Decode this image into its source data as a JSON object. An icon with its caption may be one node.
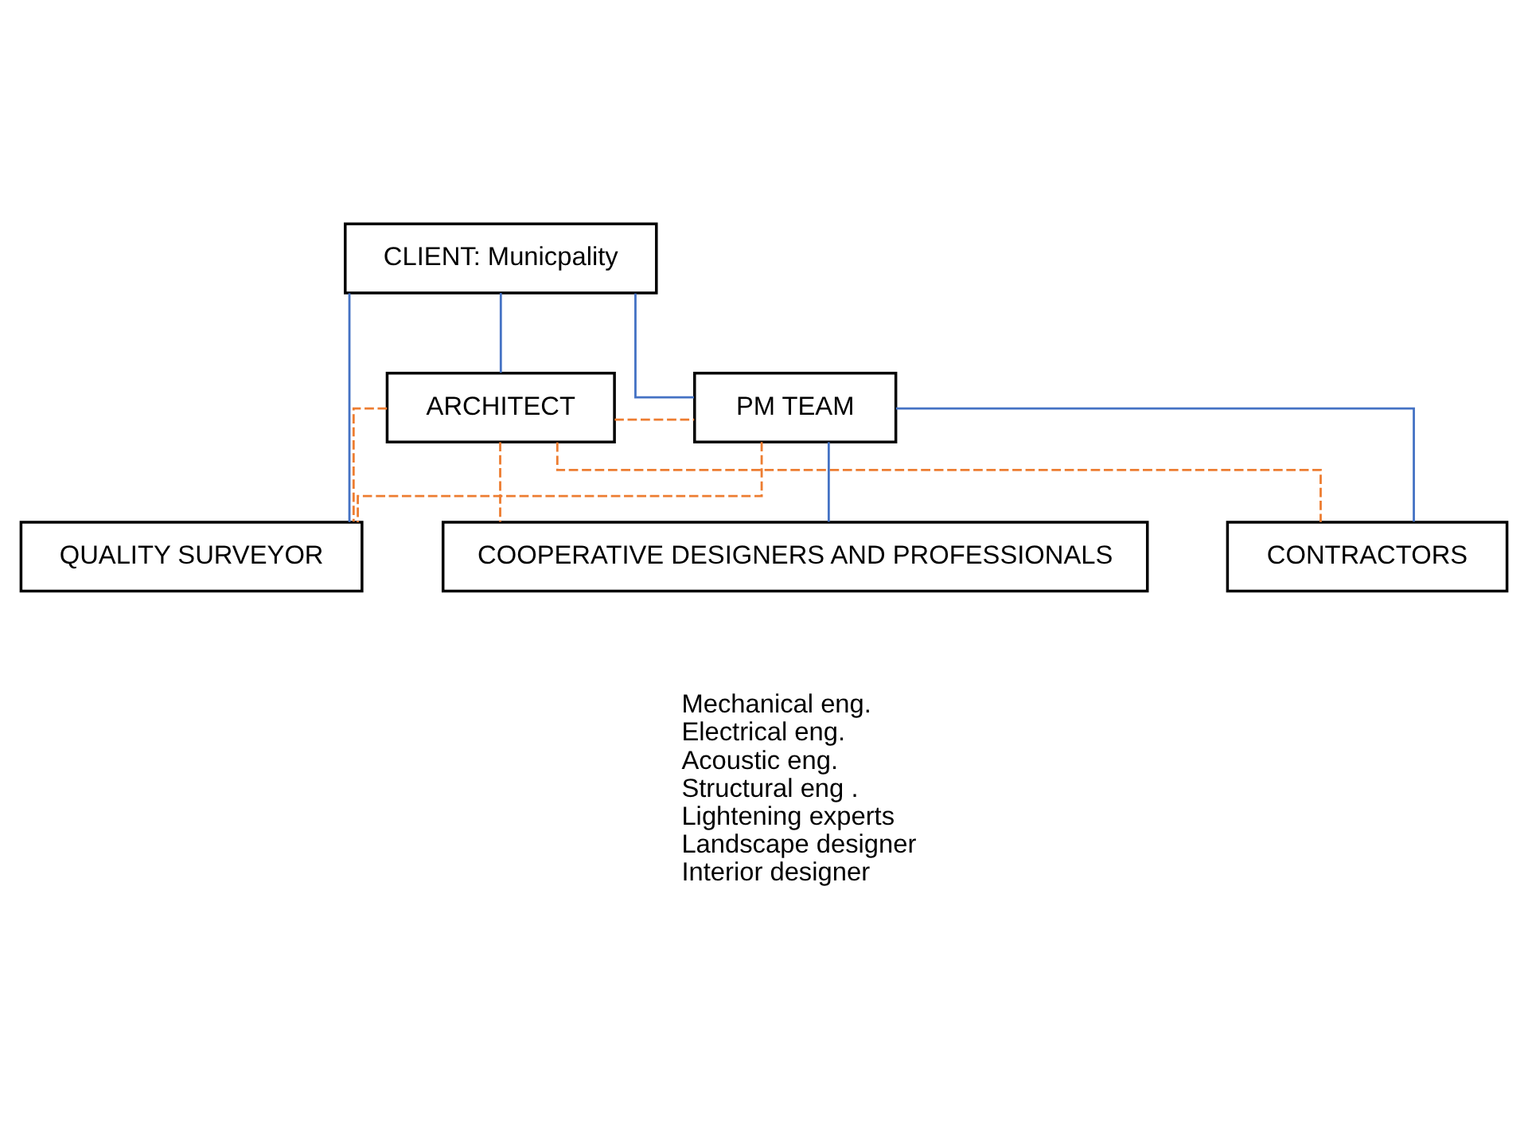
{
  "diagram": {
    "nodes": [
      {
        "text": [
          "CLIENT: Municpality"
        ]
      },
      {
        "text": [
          "ARCHITECT"
        ]
      },
      {
        "text": [
          "PM TEAM"
        ]
      },
      {
        "text": [
          "QUALITY SURVEYOR"
        ]
      },
      {
        "text": [
          "CONTRACTORS"
        ]
      },
      {
        "text": [
          "COOPERATIVE DESIGNERS AND PROFESSIONALS"
        ]
      }
    ],
    "edges": [
      {
        "from": 0,
        "to": 1,
        "arrow": "none"
      },
      {
        "from": 0,
        "to": 2,
        "arrow": "none"
      },
      {
        "from": 0,
        "to": 3,
        "arrow": "none"
      },
      {
        "from": 2,
        "to": 4,
        "arrow": "none"
      },
      {
        "from": 2,
        "to": 5,
        "arrow": "none"
      },
      {
        "from": 1,
        "to": 2,
        "arrow": "none",
        "style": "dashed",
        "color": "#ed7d31"
      },
      {
        "from": 1,
        "to": 4,
        "arrow": "none",
        "style": "dashed",
        "color": "#ed7d31"
      },
      {
        "from": 1,
        "to": 3,
        "arrow": "none",
        "style": "dashed",
        "color": "#ed7d31"
      },
      {
        "from": 1,
        "to": 5,
        "arrow": "none",
        "style": "dashed",
        "color": "#ed7d31"
      },
      {
        "from": 2,
        "to": 3,
        "arrow": "none",
        "style": "dashed",
        "color": "#ed7d31"
      }
    ],
    "labels": [
      "Mechanical eng.",
      "Electrical eng.",
      "Acoustic eng.",
      "Structural eng .",
      "Lightening experts",
      "Landscape designer",
      "Interior designer"
    ]
  }
}
